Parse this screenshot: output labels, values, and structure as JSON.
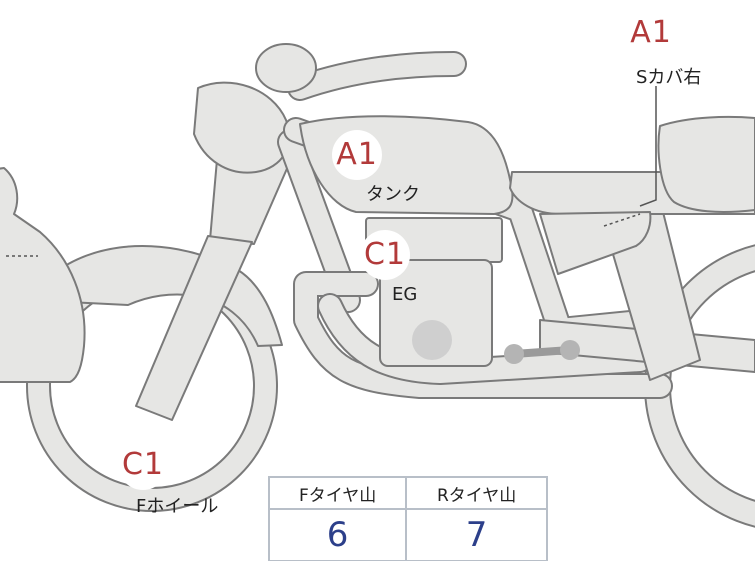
{
  "parts": [
    {
      "id": "s-cover-right",
      "grade": "A1",
      "label": "Sカバ右",
      "grade_color": "#b23a3a"
    },
    {
      "id": "tank",
      "grade": "A1",
      "label": "タンク",
      "grade_color": "#b23a3a"
    },
    {
      "id": "engine",
      "grade": "C1",
      "label": "EG",
      "grade_color": "#b23a3a"
    },
    {
      "id": "front-wheel",
      "grade": "C1",
      "label": "Fホイール",
      "grade_color": "#b23a3a"
    }
  ],
  "tire_table": {
    "headers": [
      "Fタイヤ山",
      "Rタイヤ山"
    ],
    "values": [
      "6",
      "7"
    ],
    "value_color": "#2c3f8a",
    "border_color": "#b8bfc8"
  },
  "illustration": {
    "body_fill": "#e6e6e4",
    "outline_color": "#7a7a7a"
  }
}
